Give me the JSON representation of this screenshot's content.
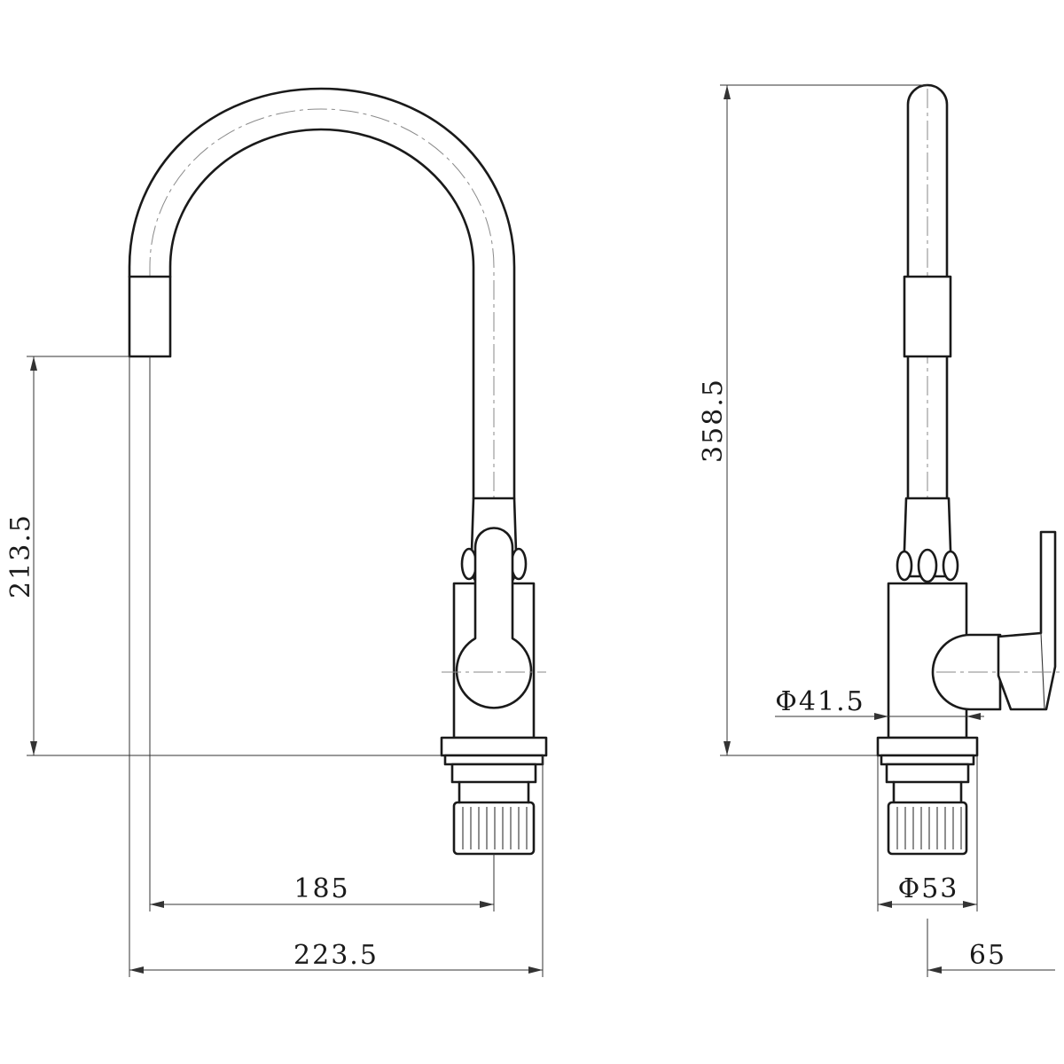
{
  "dimensions": {
    "spout_height": "213.5",
    "overall_height": "358.5",
    "body_diameter": "Φ41.5",
    "base_diameter": "Φ53",
    "spout_reach": "185",
    "overall_reach": "223.5",
    "handle_projection": "65"
  }
}
